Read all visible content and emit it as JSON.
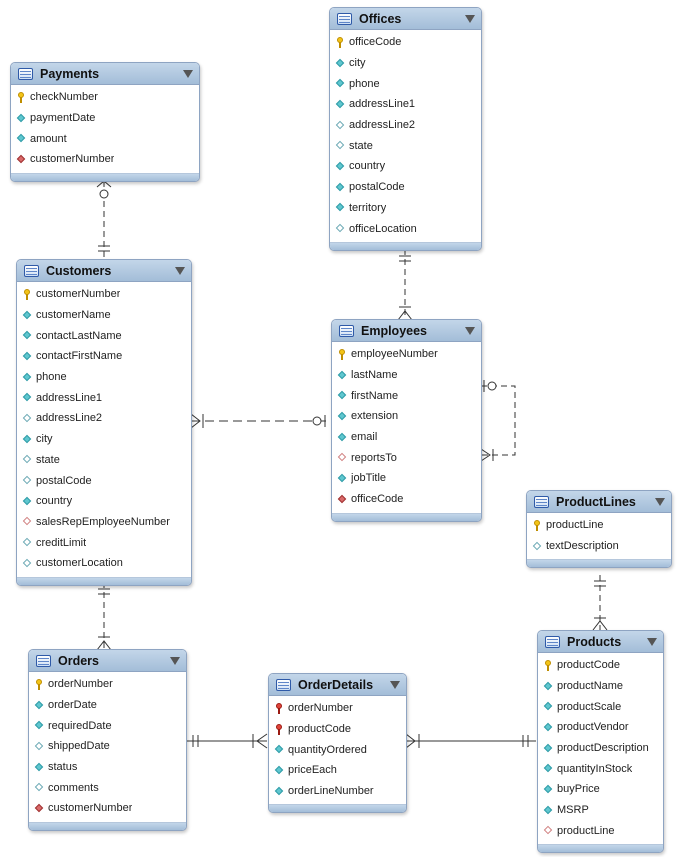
{
  "tables": [
    {
      "key": "offices",
      "name": "Offices",
      "columns": [
        {
          "label": "officeCode",
          "icon": "primary-key"
        },
        {
          "label": "city",
          "icon": "not-null"
        },
        {
          "label": "phone",
          "icon": "not-null"
        },
        {
          "label": "addressLine1",
          "icon": "not-null"
        },
        {
          "label": "addressLine2",
          "icon": "nullable"
        },
        {
          "label": "state",
          "icon": "nullable"
        },
        {
          "label": "country",
          "icon": "not-null"
        },
        {
          "label": "postalCode",
          "icon": "not-null"
        },
        {
          "label": "territory",
          "icon": "not-null"
        },
        {
          "label": "officeLocation",
          "icon": "nullable"
        }
      ]
    },
    {
      "key": "payments",
      "name": "Payments",
      "columns": [
        {
          "label": "checkNumber",
          "icon": "primary-key"
        },
        {
          "label": "paymentDate",
          "icon": "not-null"
        },
        {
          "label": "amount",
          "icon": "not-null"
        },
        {
          "label": "customerNumber",
          "icon": "foreign-key"
        }
      ]
    },
    {
      "key": "customers",
      "name": "Customers",
      "columns": [
        {
          "label": "customerNumber",
          "icon": "primary-key"
        },
        {
          "label": "customerName",
          "icon": "not-null"
        },
        {
          "label": "contactLastName",
          "icon": "not-null"
        },
        {
          "label": "contactFirstName",
          "icon": "not-null"
        },
        {
          "label": "phone",
          "icon": "not-null"
        },
        {
          "label": "addressLine1",
          "icon": "not-null"
        },
        {
          "label": "addressLine2",
          "icon": "nullable"
        },
        {
          "label": "city",
          "icon": "not-null"
        },
        {
          "label": "state",
          "icon": "nullable"
        },
        {
          "label": "postalCode",
          "icon": "nullable"
        },
        {
          "label": "country",
          "icon": "not-null"
        },
        {
          "label": "salesRepEmployeeNumber",
          "icon": "foreign-key-nullable"
        },
        {
          "label": "creditLimit",
          "icon": "nullable"
        },
        {
          "label": "customerLocation",
          "icon": "nullable"
        }
      ]
    },
    {
      "key": "employees",
      "name": "Employees",
      "columns": [
        {
          "label": "employeeNumber",
          "icon": "primary-key"
        },
        {
          "label": "lastName",
          "icon": "not-null"
        },
        {
          "label": "firstName",
          "icon": "not-null"
        },
        {
          "label": "extension",
          "icon": "not-null"
        },
        {
          "label": "email",
          "icon": "not-null"
        },
        {
          "label": "reportsTo",
          "icon": "foreign-key-nullable"
        },
        {
          "label": "jobTitle",
          "icon": "not-null"
        },
        {
          "label": "officeCode",
          "icon": "foreign-key"
        }
      ]
    },
    {
      "key": "productlines",
      "name": "ProductLines",
      "columns": [
        {
          "label": "productLine",
          "icon": "primary-key"
        },
        {
          "label": "textDescription",
          "icon": "nullable"
        }
      ]
    },
    {
      "key": "orders",
      "name": "Orders",
      "columns": [
        {
          "label": "orderNumber",
          "icon": "primary-key"
        },
        {
          "label": "orderDate",
          "icon": "not-null"
        },
        {
          "label": "requiredDate",
          "icon": "not-null"
        },
        {
          "label": "shippedDate",
          "icon": "nullable"
        },
        {
          "label": "status",
          "icon": "not-null"
        },
        {
          "label": "comments",
          "icon": "nullable"
        },
        {
          "label": "customerNumber",
          "icon": "foreign-key"
        }
      ]
    },
    {
      "key": "orderdetails",
      "name": "OrderDetails",
      "columns": [
        {
          "label": "orderNumber",
          "icon": "primary-foreign-key"
        },
        {
          "label": "productCode",
          "icon": "primary-foreign-key"
        },
        {
          "label": "quantityOrdered",
          "icon": "not-null"
        },
        {
          "label": "priceEach",
          "icon": "not-null"
        },
        {
          "label": "orderLineNumber",
          "icon": "not-null"
        }
      ]
    },
    {
      "key": "products",
      "name": "Products",
      "columns": [
        {
          "label": "productCode",
          "icon": "primary-key"
        },
        {
          "label": "productName",
          "icon": "not-null"
        },
        {
          "label": "productScale",
          "icon": "not-null"
        },
        {
          "label": "productVendor",
          "icon": "not-null"
        },
        {
          "label": "productDescription",
          "icon": "not-null"
        },
        {
          "label": "quantityInStock",
          "icon": "not-null"
        },
        {
          "label": "buyPrice",
          "icon": "not-null"
        },
        {
          "label": "MSRP",
          "icon": "not-null"
        },
        {
          "label": "productLine",
          "icon": "foreign-key-nullable"
        }
      ]
    }
  ],
  "relationships": [
    {
      "from": "payments",
      "to": "customers",
      "type": "many-to-one"
    },
    {
      "from": "offices",
      "to": "employees",
      "type": "one-to-many"
    },
    {
      "from": "customers",
      "to": "employees",
      "type": "many-to-one-optional"
    },
    {
      "from": "employees",
      "to": "employees",
      "type": "self-reference"
    },
    {
      "from": "customers",
      "to": "orders",
      "type": "one-to-many"
    },
    {
      "from": "orders",
      "to": "orderdetails",
      "type": "one-to-many"
    },
    {
      "from": "orderdetails",
      "to": "products",
      "type": "many-to-one"
    },
    {
      "from": "productlines",
      "to": "products",
      "type": "one-to-many"
    }
  ],
  "colors": {
    "header": "#a3bdd8",
    "border": "#8ea4c2",
    "line": "#333333"
  }
}
